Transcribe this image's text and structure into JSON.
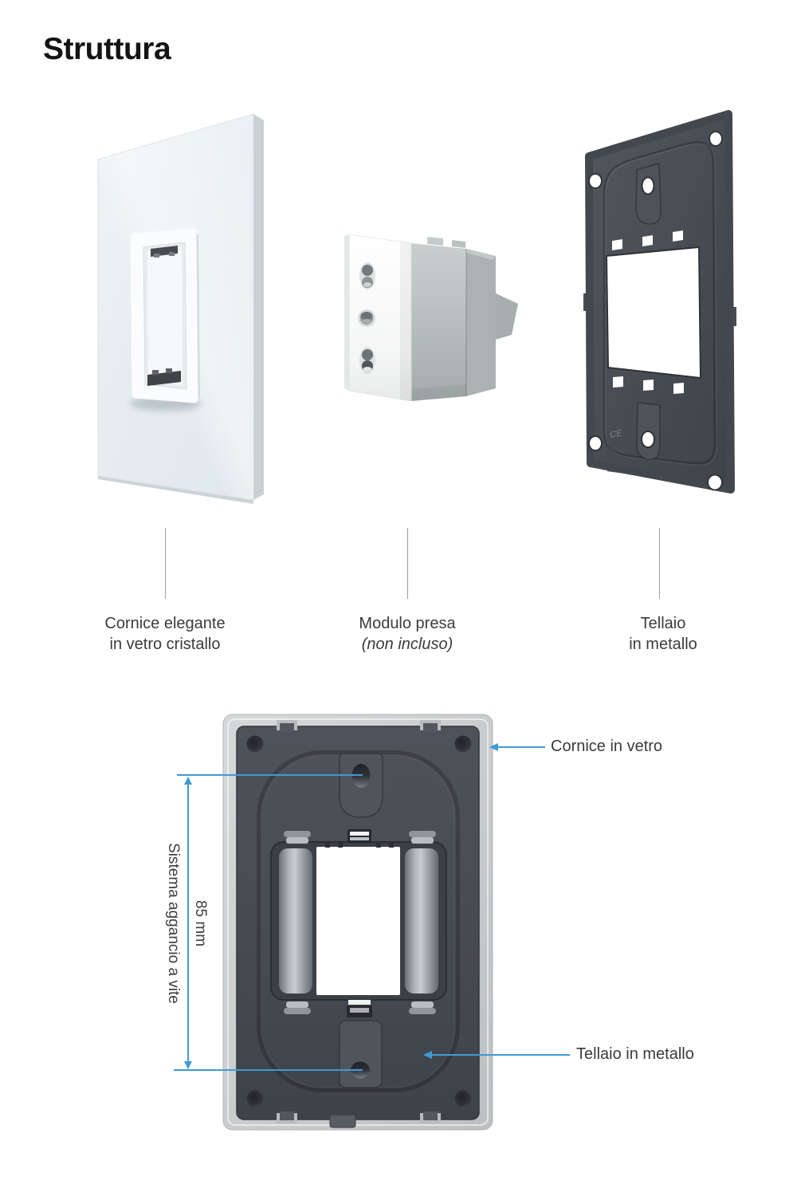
{
  "title": "Struttura",
  "accent_color": "#3f9ad6",
  "components": [
    {
      "line1": "Cornice elegante",
      "line2": "in vetro cristallo"
    },
    {
      "line1": "Modulo presa",
      "line2": "(non incluso)"
    },
    {
      "line1": "Tellaio",
      "line2": "in metallo"
    }
  ],
  "metal_frame": {
    "ce_mark": "CE"
  },
  "annotations": {
    "glass_callout": "Cornice in vetro",
    "metal_callout": "Tellaio in metallo",
    "dimension_label": "85 mm",
    "system_label": "Sistema aggancio a vite"
  }
}
